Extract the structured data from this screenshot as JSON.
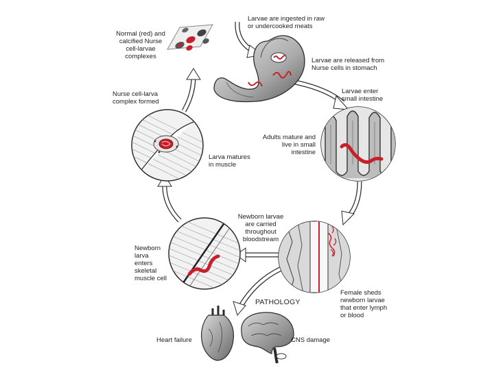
{
  "labels": {
    "ingested": "Larvae are ingested in raw\nor undercooked meats",
    "released": "Larvae are released from\nNurse cells in stomach",
    "enter_si": "Larvae enter\nsmall intestine",
    "adults": "Adults mature and\nlive in small\nintestine",
    "female": "Female sheds\nnewborn larvae\nthat enter lymph\nor blood",
    "carried": "Newborn larvae\nare carried\nthroughout\nbloodstream",
    "enters_muscle": "Newborn\nlarva\nenters\nskeletal\nmuscle cell",
    "matures": "Larva matures\nin muscle",
    "complex_formed": "Nurse cell-larva\ncomplex formed",
    "calcified": "Normal (red) and\ncalcified Nurse\ncell-larvae\ncomplexes",
    "pathology": "PATHOLOGY",
    "heart": "Heart failure",
    "cns": "CNS damage"
  },
  "colors": {
    "larva_red": "#c8202a",
    "outline": "#2b2b2b",
    "tissue_gray": "#9a9a9a",
    "arrow_fill": "#ffffff"
  }
}
